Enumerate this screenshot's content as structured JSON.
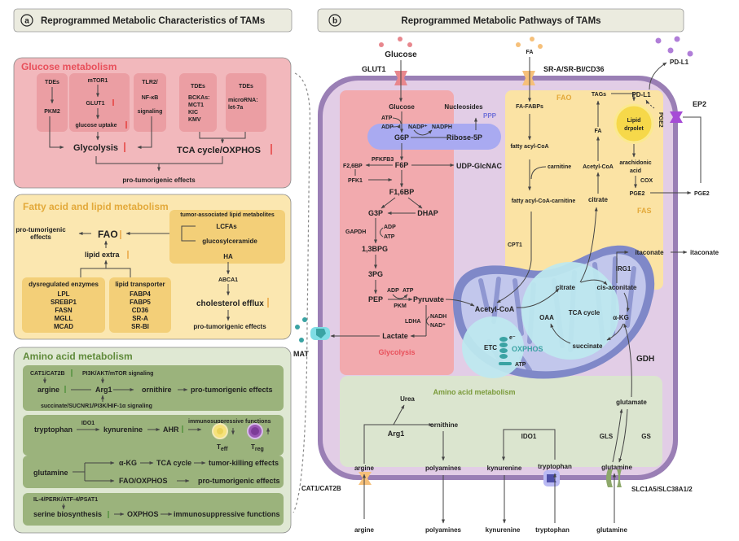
{
  "panel_a": {
    "badge": "a",
    "title": "Reprogrammed Metabolic Characteristics of  TAMs",
    "glucose": {
      "title": "Glucose metabolism",
      "box1": [
        "TDEs",
        "PKM2"
      ],
      "box2": [
        "mTOR1",
        "GLUT1",
        "glucose uptake"
      ],
      "box3": [
        "TLR2/",
        "NF-κB",
        "signaling"
      ],
      "box4": [
        "TDEs",
        "BCKAs:",
        "MCT1",
        "KIC",
        "KMV"
      ],
      "box5": [
        "TDEs",
        "microRNA:",
        "let-7a"
      ],
      "glycolysis": "Glycolysis",
      "tca": "TCA cycle/OXPHOS",
      "effect": "pro-tumorigenic effects"
    },
    "lipid": {
      "title": "Fatty acid and lipid metabolism",
      "pro_effects_line1": "pro-tumorigenic",
      "pro_effects_line2": "effects",
      "fao": "FAO",
      "lipid_extra": "lipid extra",
      "metabolites_title": "tumor-associated lipid metabolites",
      "metabolites": [
        "LCFAs",
        "glucosylceramide"
      ],
      "ha": "HA",
      "abca1": "ABCA1",
      "chol_efflux": "cholesterol efflux",
      "chol_effect": "pro-tumorigenic effects",
      "enzymes_title": "dysregulated enzymes",
      "enzymes": [
        "LPL",
        "SREBP1",
        "FASN",
        "MGLL",
        "MCAD"
      ],
      "transporter_title": "lipid transporter",
      "transporters": [
        "FABP4",
        "FABP5",
        "CD36",
        "SR-A",
        "SR-BI"
      ]
    },
    "amino": {
      "title": "Amino acid metabolism",
      "row1": {
        "cat": "CAT1/CAT2B",
        "pi3k": "PI3K/AKT/mTOR signaling",
        "argine": "argine",
        "arg1": "Arg1",
        "ornithire": "ornithire",
        "effect": "pro-tumorigenic effects",
        "succinate": "succinate/SUCNR1/PI3K/HIF-1α signaling"
      },
      "row2": {
        "tryptophan": "tryptophan",
        "ido1": "IDO1",
        "kynurenine": "kynurenine",
        "ahr": "AHR",
        "immuno": "immunosuppressive functions",
        "teff": "T",
        "teff_sub": "eff",
        "treg": "T",
        "treg_sub": "reg"
      },
      "row3": {
        "glutamine": "glutamine",
        "akg": "α-KG",
        "tca": "TCA cycle",
        "killing": "tumor-killing effects",
        "fao": "FAO/OXPHOS",
        "effect": "pro-tumorigenic effects"
      },
      "row4": {
        "il4": "IL-4/PERK/ATF-4/PSAT1",
        "serine": "serine biosynthesis",
        "oxphos": "OXPHOS",
        "immuno": "immunosuppressive functions"
      }
    }
  },
  "panel_b": {
    "badge": "b",
    "title": "Reprogrammed Metabolic Pathways of TAMs",
    "extracellular": {
      "glucose": "Glucose",
      "glut1": "GLUT1",
      "fa": "FA",
      "sr": "SR-A/SR-BI/CD36",
      "pdl1": "PD-L1",
      "ep2": "EP2",
      "pge2": "PGE2",
      "itaconate": "itaconate",
      "mat": "MAT",
      "cat": "CAT1/CAT2B",
      "slc": "SLC1A5/SLC38A1/2",
      "bottom": [
        "argine",
        "polyamines",
        "kynurenine",
        "tryptophan",
        "glutamine"
      ]
    },
    "glycolysis": {
      "title": "Glycolysis",
      "glucose": "Glucose",
      "atp": "ATP",
      "adp": "ADP",
      "g6p": "G6P",
      "nadp": "NADP⁺",
      "nadph": "NADPH",
      "ribose": "Ribose-5P",
      "nucleosides": "Nucleosides",
      "ppp": "PPP",
      "pfkfb3": "PFKFB3",
      "f26bp": "F2,6BP",
      "pfk1": "PFK1",
      "f6p": "F6P",
      "udp": "UDP-GlcNAC",
      "f16bp": "F1,6BP",
      "g3p": "G3P",
      "dhap": "DHAP",
      "gapdh": "GAPDH",
      "adp2": "ADP",
      "atp2": "ATP",
      "bpg": "1,3BPG",
      "pg3": "3PG",
      "pep": "PEP",
      "adp3": "ADP",
      "atp3": "ATP",
      "pkm": "PKM",
      "pyruvate": "Pyruvate",
      "ldha": "LDHA",
      "nadh": "NADH",
      "nad": "NAD⁺",
      "lactate": "Lactate"
    },
    "fao": {
      "fao_label": "FAO",
      "fas_label": "FAS",
      "fa_fabps": "FA-FABPs",
      "fatty_acyl_coa": "fatty acyl-CoA",
      "carnitine": "carnitine",
      "fatty_acyl_carnitine": "fatty acyl-CoA-carnitine",
      "cpt1": "CPT1",
      "tags": "TAGs",
      "pdl1": "PD-L1",
      "pge2_vertical": "PGE2",
      "lipid_line1": "Lipid",
      "lipid_line2": "drpolet",
      "fa": "FA",
      "acetyl_coa": "Acetyl-CoA",
      "citrate": "citrate",
      "arachidonic_line1": "arachidonic",
      "arachidonic_line2": "acid",
      "cox": "COX",
      "pge2": "PGE2"
    },
    "mito": {
      "acetyl_coa": "Acetyl-CoA",
      "citrate": "citrate",
      "cis_aconitate": "cis-aconitate",
      "tca": "TCA cycle",
      "oaa": "OAA",
      "akg": "α-KG",
      "succinate": "succinate",
      "irg1": "IRG1",
      "itaconate": "itaconate",
      "etc": "ETC",
      "electron": "e⁻",
      "oxphos": "OXPHOS",
      "atp": "ATP",
      "gdh": "GDH"
    },
    "amino": {
      "title": "Amino acid metabolism",
      "urea": "Urea",
      "arg1": "Arg1",
      "ornithine": "ornithine",
      "argine": "argine",
      "polyamines": "polyamines",
      "ido1": "IDO1",
      "kynurenine": "kynurenine",
      "tryptophan": "tryptophan",
      "glutamate": "glutamate",
      "gls": "GLS",
      "gs": "GS",
      "glutamine": "glutamine"
    }
  },
  "colors": {
    "glucose_panel": "#f2b8bc",
    "glucose_inner": "#eb9ea3",
    "lipid_panel": "#fbe7b0",
    "lipid_inner": "#f3cf78",
    "amino_panel": "#dfe8d3",
    "amino_inner": "#9bb37c",
    "cell": "#e2cde6",
    "membrane": "#9a7fb5",
    "mito": "#7f88c8",
    "tca_circle": "#bde8ef",
    "ppp": "#a9aaf1",
    "header_bg": "#ebebdf"
  }
}
